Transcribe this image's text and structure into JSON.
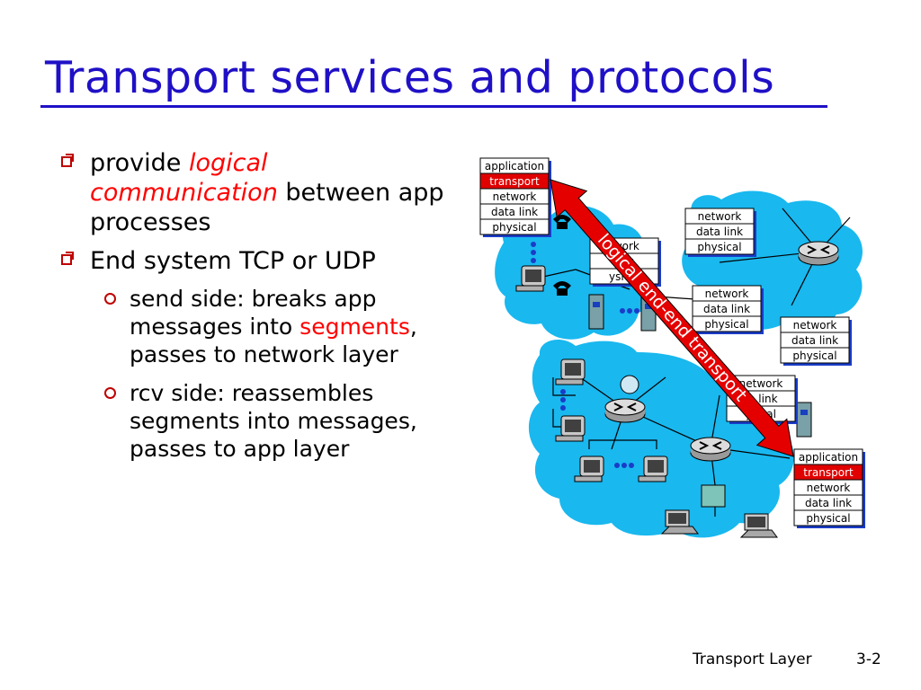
{
  "slide": {
    "title": "Transport services and protocols",
    "footer_left": "Transport Layer",
    "footer_right": "3-2"
  },
  "bullets": {
    "b1": {
      "pre": "provide ",
      "em": "logical communication",
      "post": " between app processes"
    },
    "b2": "End system TCP or UDP",
    "s1": {
      "pre": "send side: breaks app messages into ",
      "em": "segments",
      "post": ", passes to network layer"
    },
    "s2": "rcv side: reassembles segments into messages, passes to app layer"
  },
  "diagram": {
    "arrow_label": "logical end-end transport",
    "stacks": {
      "source": [
        "application",
        "transport",
        "network",
        "data link",
        "physical"
      ],
      "router_top": [
        "network",
        "data link",
        "physical"
      ],
      "router_left": [
        "network",
        "data link",
        "physical"
      ],
      "router_mid": [
        "network",
        "data link",
        "physical"
      ],
      "router_right": [
        "network",
        "data link",
        "physical"
      ],
      "router_low": [
        "network",
        "data link",
        "physical"
      ],
      "dest": [
        "application",
        "transport",
        "network",
        "data link",
        "physical"
      ]
    },
    "stack_left_text": {
      "router_left": [
        "twork",
        "link",
        "ysical"
      ],
      "router_low": [
        "network",
        "ta link",
        "ysical"
      ]
    },
    "colors": {
      "cloud": "#19b8ef",
      "arrow": "#e50000",
      "title": "#1f10c6",
      "highlight": "#ff0000"
    }
  }
}
